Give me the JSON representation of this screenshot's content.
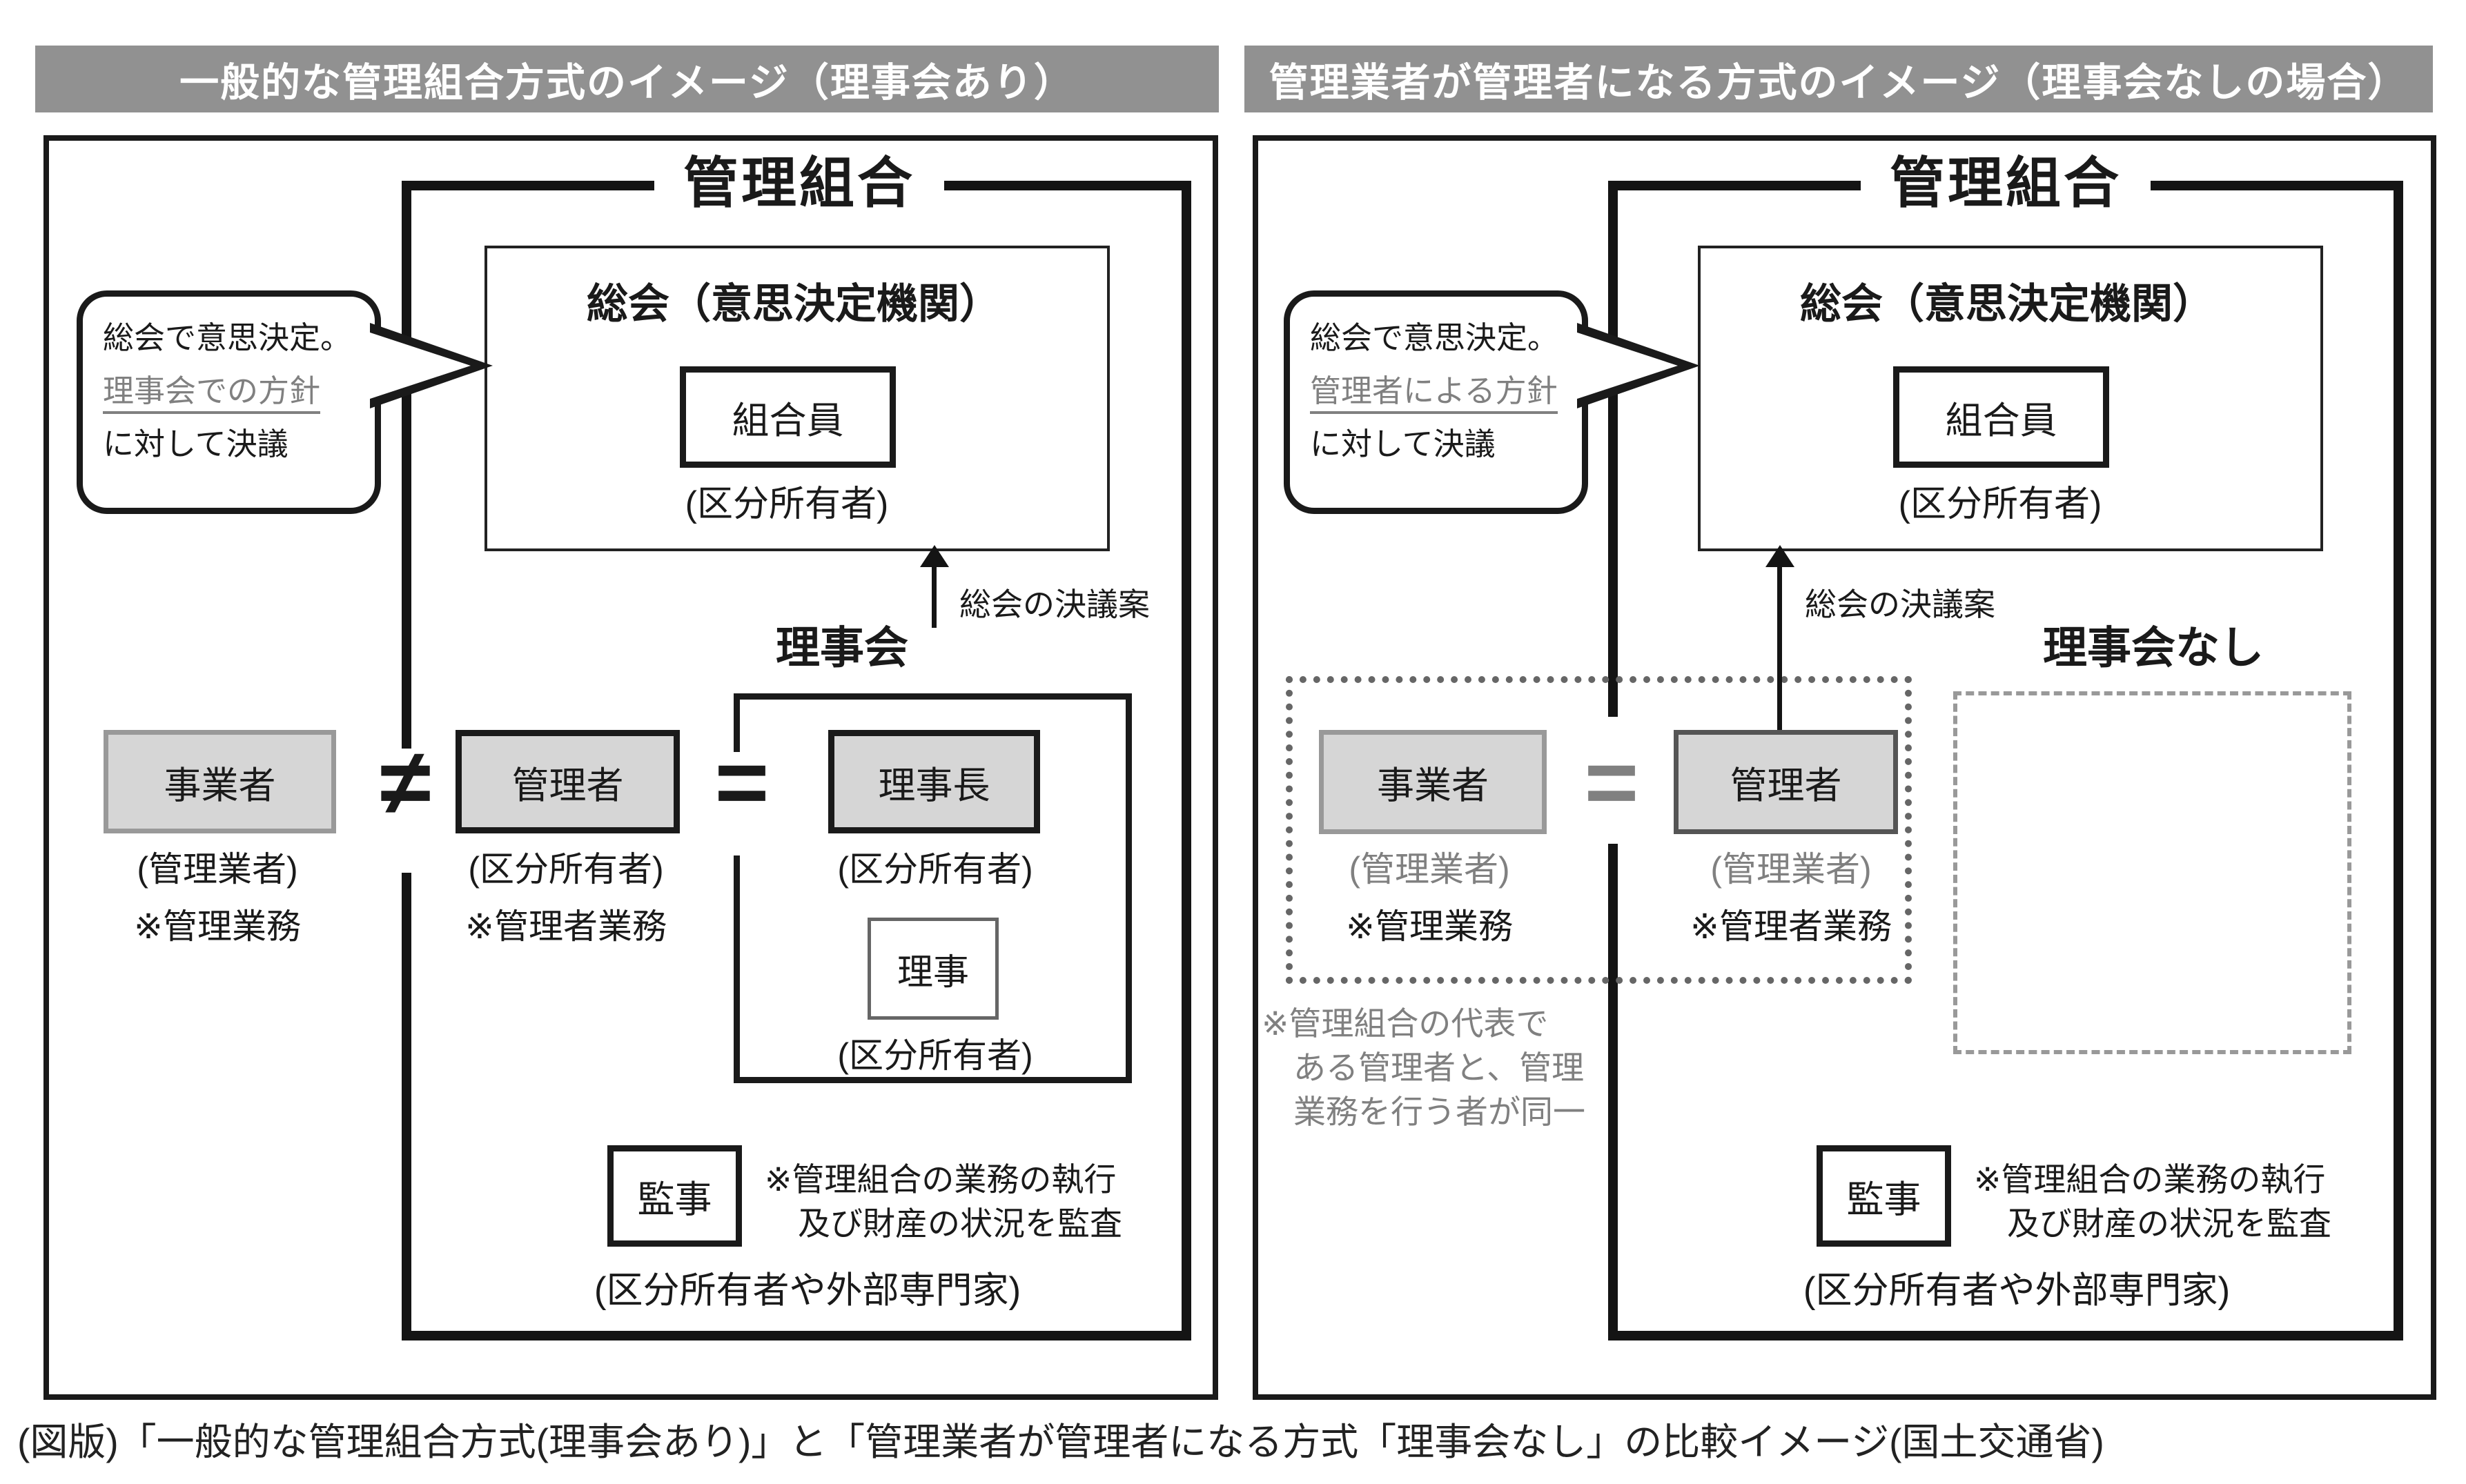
{
  "colors": {
    "header_bg": "#919191",
    "header_text": "#ffffff",
    "box_fill": "#d6d6d6",
    "line_black": "#1a1a1a",
    "gray_text": "#808080",
    "dashed_gray": "#999999"
  },
  "caption": "(図版)「一般的な管理組合方式(理事会あり)」と「管理業者が管理者になる方式「理事会なし」の比較イメージ(国土交通省)",
  "panels": {
    "left": {
      "header": "一般的な管理組合方式のイメージ（理事会あり）",
      "org_title": "管理組合",
      "general_meeting": {
        "title": "総会（意思決定機関）",
        "member": "組合員",
        "member_sub": "(区分所有者)"
      },
      "bubble": {
        "line1": "総会で意思決定。",
        "line2": "理事会での方針",
        "line3": "に対して決議"
      },
      "arrow_label": "総会の決議案",
      "board": {
        "title": "理事会",
        "chair": "理事長",
        "chair_sub": "(区分所有者)",
        "director": "理事",
        "director_sub": "(区分所有者)"
      },
      "operator": {
        "label": "事業者",
        "sub": "(管理業者)",
        "note": "※管理業務"
      },
      "neq": "≠",
      "eq": "=",
      "manager": {
        "label": "管理者",
        "sub": "(区分所有者)",
        "note": "※管理者業務"
      },
      "auditor": {
        "label": "監事",
        "note1": "※管理組合の業務の執行",
        "note2": "及び財産の状況を監査",
        "sub": "(区分所有者や外部専門家)"
      }
    },
    "right": {
      "header": "管理業者が管理者になる方式のイメージ（理事会なしの場合）",
      "org_title": "管理組合",
      "general_meeting": {
        "title": "総会（意思決定機関）",
        "member": "組合員",
        "member_sub": "(区分所有者)"
      },
      "bubble": {
        "line1": "総会で意思決定。",
        "line2": "管理者による方針",
        "line3": "に対して決議"
      },
      "arrow_label": "総会の決議案",
      "no_board_title": "理事会なし",
      "operator": {
        "label": "事業者",
        "sub": "(管理業者)",
        "note": "※管理業務"
      },
      "eq": "=",
      "manager": {
        "label": "管理者",
        "sub": "(管理業者)",
        "note": "※管理者業務"
      },
      "same_note": {
        "line1": "※管理組合の代表で",
        "line2": "ある管理者と、管理",
        "line3": "業務を行う者が同一"
      },
      "auditor": {
        "label": "監事",
        "note1": "※管理組合の業務の執行",
        "note2": "及び財産の状況を監査",
        "sub": "(区分所有者や外部専門家)"
      }
    }
  }
}
